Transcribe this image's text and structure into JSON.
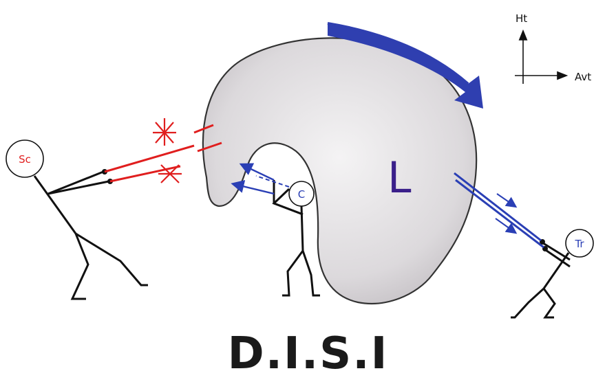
{
  "axes": {
    "up_label": "Ht",
    "right_label": "Avt"
  },
  "bone": {
    "letter": "L",
    "letter_color": "#3a1f8a",
    "fill": "#e4e2e4",
    "stroke": "#333333"
  },
  "figures": {
    "left": {
      "label": "Sc",
      "color": "#e01e1e"
    },
    "center": {
      "label": "C",
      "color": "#2a3fb5"
    },
    "right": {
      "label": "Tr",
      "color": "#2a3fb5"
    }
  },
  "colors": {
    "red": "#e01e1e",
    "blue": "#2a3fb5",
    "rotation_arrow": "#2f3fb0"
  },
  "title": "D.I.S.I"
}
